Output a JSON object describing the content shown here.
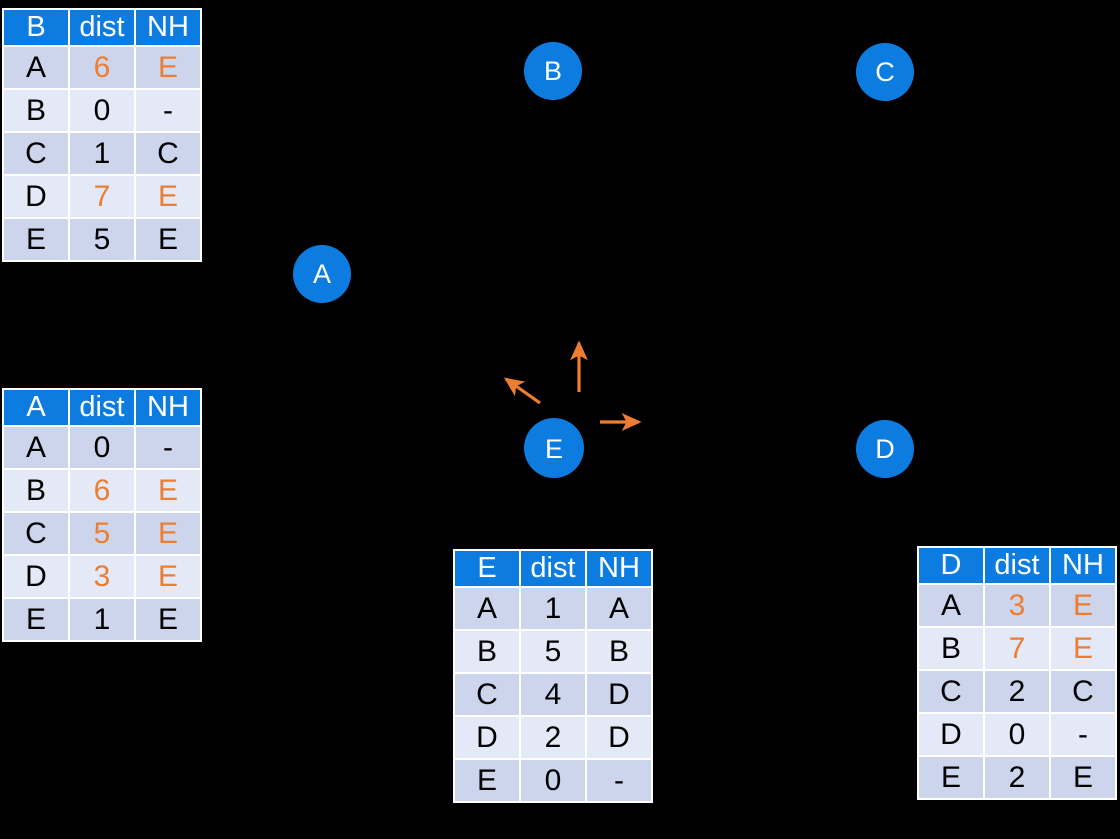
{
  "diagram": {
    "title": "Distance vector routing tables with update arrows from node E",
    "colors": {
      "background": "#000000",
      "node_fill": "#0d7ce0",
      "node_label": "#ffffff",
      "header_fill": "#0d7ce0",
      "header_text": "#ffffff",
      "row_odd": "#ccd5ec",
      "row_even": "#e3e9f7",
      "cell_text": "#000000",
      "highlight": "#ed7d31",
      "arrow": "#ed7d31"
    },
    "nodes": [
      {
        "id": "node-A",
        "label": "A"
      },
      {
        "id": "node-B",
        "label": "B"
      },
      {
        "id": "node-C",
        "label": "C"
      },
      {
        "id": "node-D",
        "label": "D"
      },
      {
        "id": "node-E",
        "label": "E"
      }
    ],
    "arrows": [
      {
        "name": "arrow-e-to-a",
        "direction": "up-left"
      },
      {
        "name": "arrow-e-to-b",
        "direction": "up"
      },
      {
        "name": "arrow-e-to-c",
        "direction": "right"
      }
    ]
  },
  "tables": {
    "B": {
      "name": "table-B",
      "headers": [
        "B",
        "dist",
        "NH"
      ],
      "rows": [
        {
          "dest": "A",
          "dist": "6",
          "nh": "E",
          "dist_hi": true,
          "nh_hi": true
        },
        {
          "dest": "B",
          "dist": "0",
          "nh": "-",
          "dist_hi": false,
          "nh_hi": false
        },
        {
          "dest": "C",
          "dist": "1",
          "nh": "C",
          "dist_hi": false,
          "nh_hi": false
        },
        {
          "dest": "D",
          "dist": "7",
          "nh": "E",
          "dist_hi": true,
          "nh_hi": true
        },
        {
          "dest": "E",
          "dist": "5",
          "nh": "E",
          "dist_hi": false,
          "nh_hi": false
        }
      ]
    },
    "A": {
      "name": "table-A",
      "headers": [
        "A",
        "dist",
        "NH"
      ],
      "rows": [
        {
          "dest": "A",
          "dist": "0",
          "nh": "-",
          "dist_hi": false,
          "nh_hi": false
        },
        {
          "dest": "B",
          "dist": "6",
          "nh": "E",
          "dist_hi": true,
          "nh_hi": true
        },
        {
          "dest": "C",
          "dist": "5",
          "nh": "E",
          "dist_hi": true,
          "nh_hi": true
        },
        {
          "dest": "D",
          "dist": "3",
          "nh": "E",
          "dist_hi": true,
          "nh_hi": true
        },
        {
          "dest": "E",
          "dist": "1",
          "nh": "E",
          "dist_hi": false,
          "nh_hi": false
        }
      ]
    },
    "E": {
      "name": "table-E",
      "headers": [
        "E",
        "dist",
        "NH"
      ],
      "rows": [
        {
          "dest": "A",
          "dist": "1",
          "nh": "A",
          "dist_hi": false,
          "nh_hi": false
        },
        {
          "dest": "B",
          "dist": "5",
          "nh": "B",
          "dist_hi": false,
          "nh_hi": false
        },
        {
          "dest": "C",
          "dist": "4",
          "nh": "D",
          "dist_hi": false,
          "nh_hi": false
        },
        {
          "dest": "D",
          "dist": "2",
          "nh": "D",
          "dist_hi": false,
          "nh_hi": false
        },
        {
          "dest": "E",
          "dist": "0",
          "nh": "-",
          "dist_hi": false,
          "nh_hi": false
        }
      ]
    },
    "D": {
      "name": "table-D",
      "headers": [
        "D",
        "dist",
        "NH"
      ],
      "rows": [
        {
          "dest": "A",
          "dist": "3",
          "nh": "E",
          "dist_hi": true,
          "nh_hi": true
        },
        {
          "dest": "B",
          "dist": "7",
          "nh": "E",
          "dist_hi": true,
          "nh_hi": true
        },
        {
          "dest": "C",
          "dist": "2",
          "nh": "C",
          "dist_hi": false,
          "nh_hi": false
        },
        {
          "dest": "D",
          "dist": "0",
          "nh": "-",
          "dist_hi": false,
          "nh_hi": false
        },
        {
          "dest": "E",
          "dist": "2",
          "nh": "E",
          "dist_hi": false,
          "nh_hi": false
        }
      ]
    }
  }
}
